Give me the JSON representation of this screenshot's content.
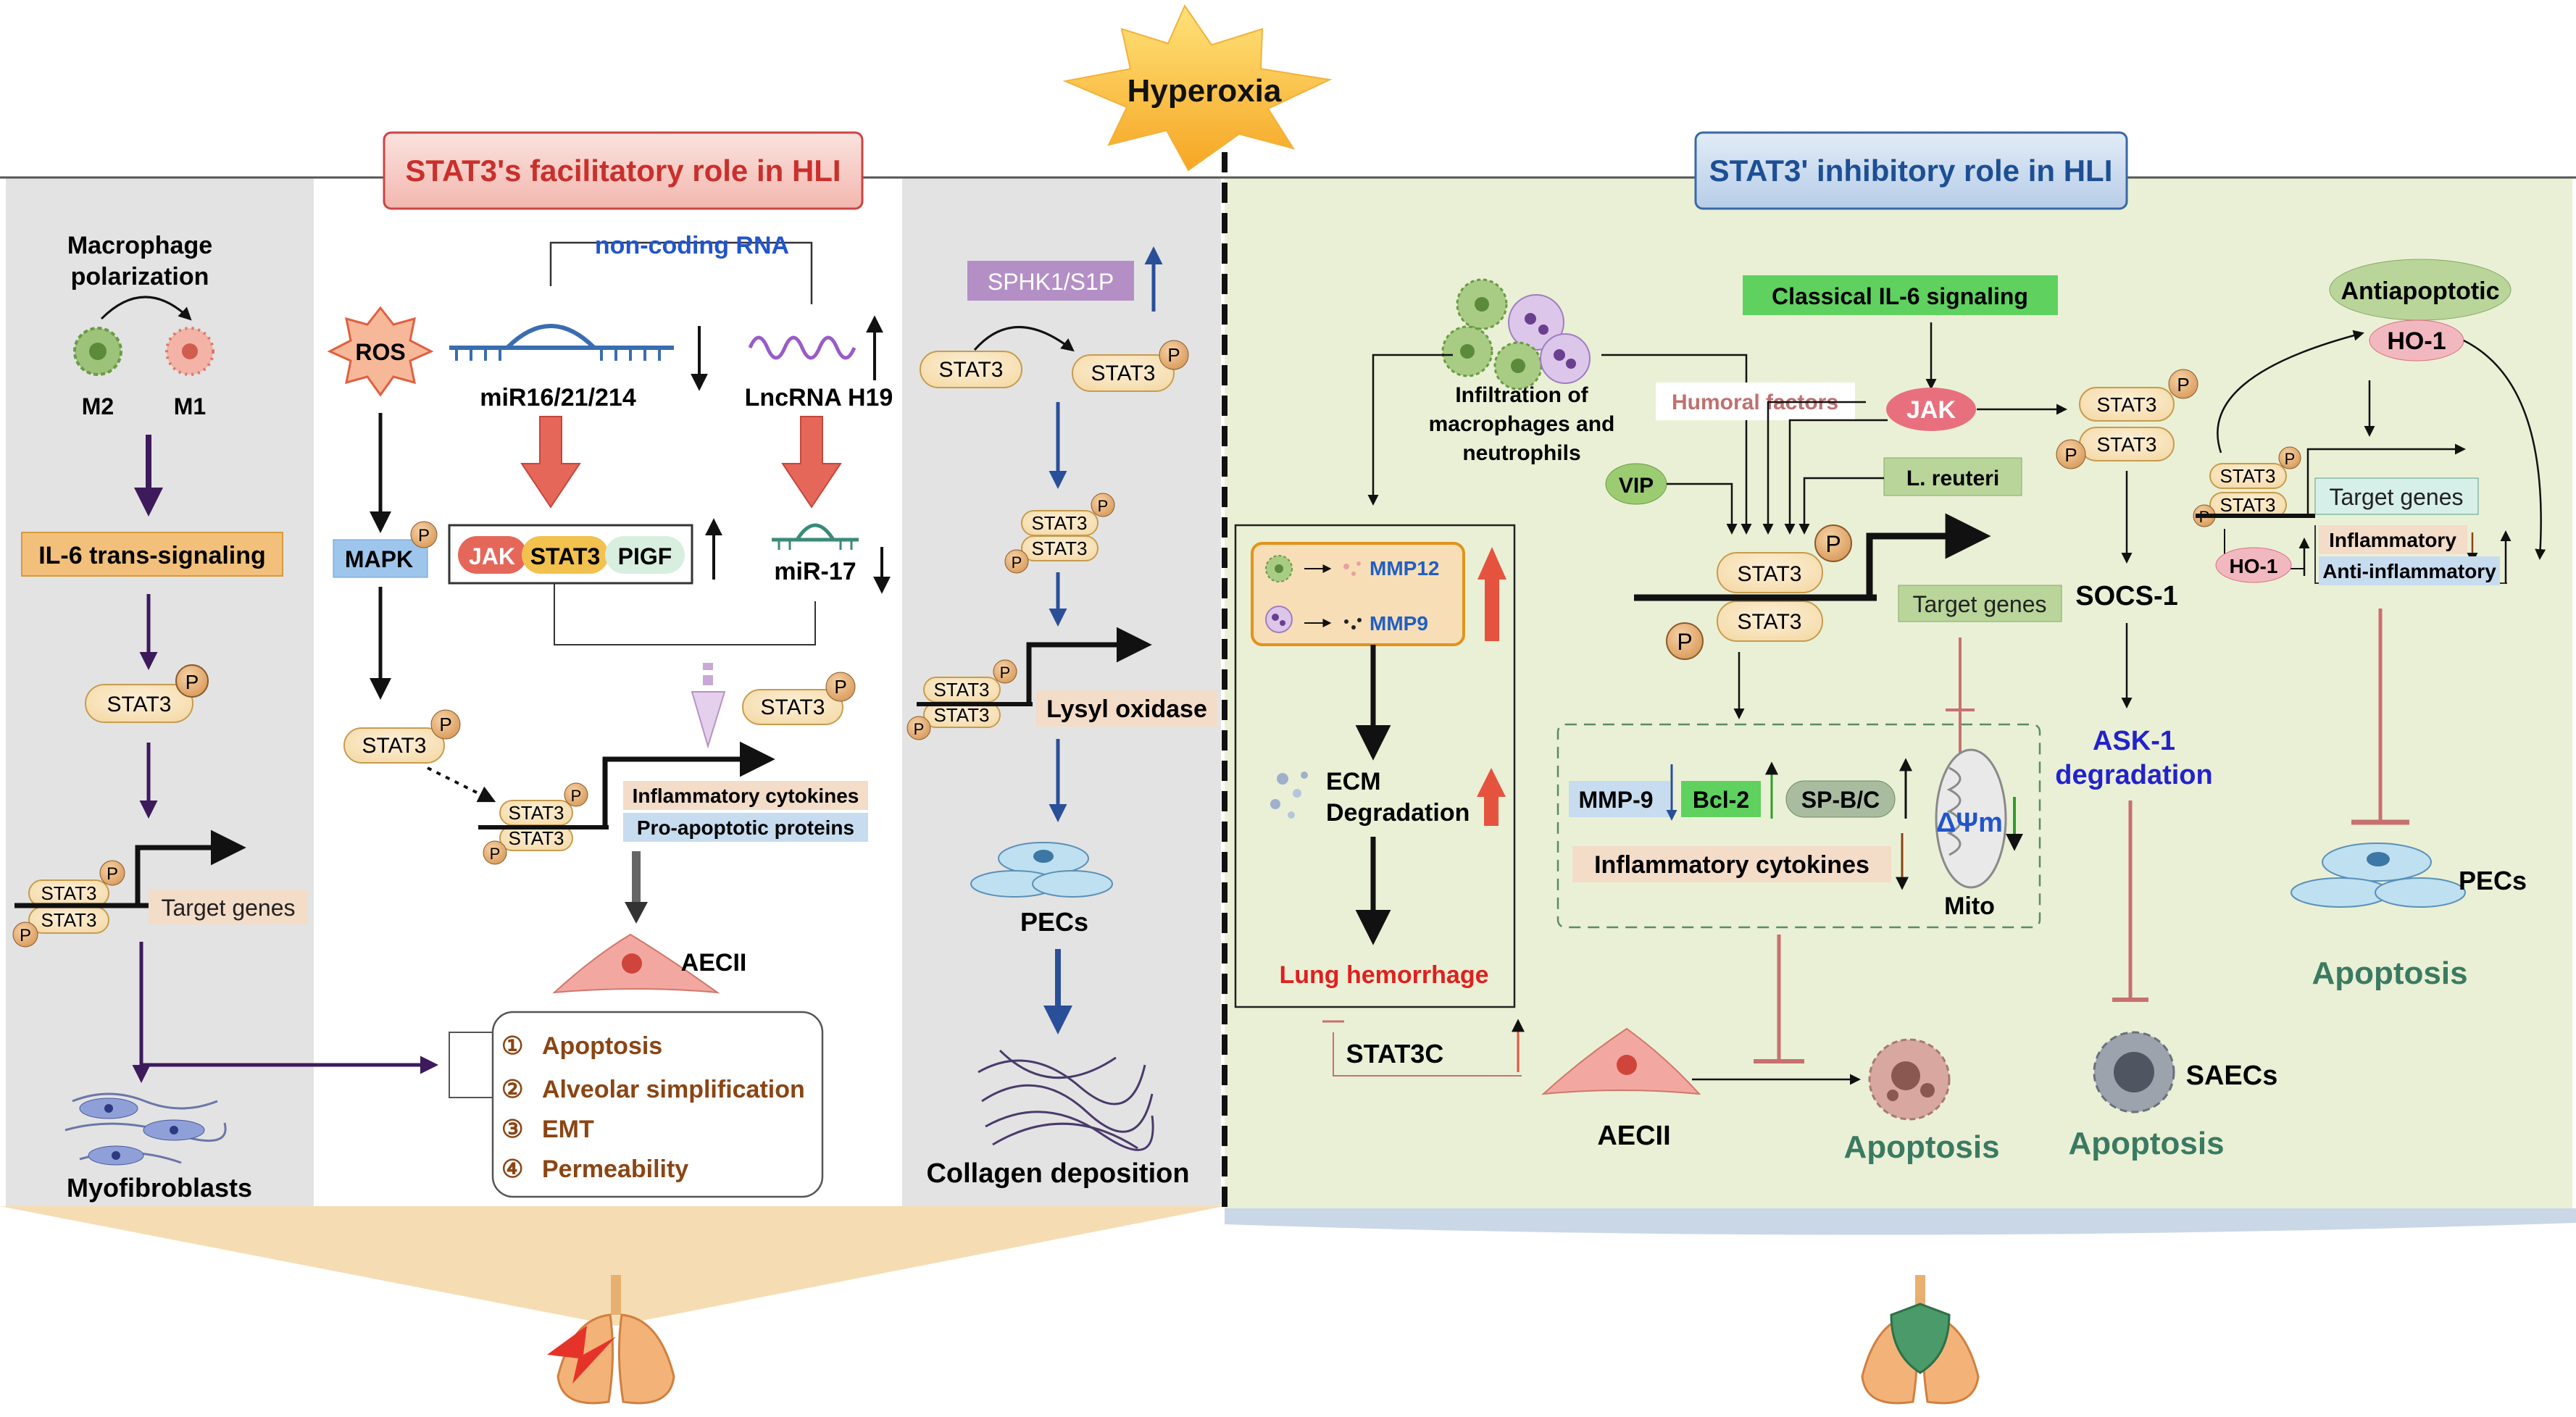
{
  "header": {
    "trigger": "Hyperoxia",
    "left_title": "STAT3's facilitatory role in HLI",
    "right_title": "STAT3' inhibitory role in HLI"
  },
  "panel1": {
    "polarization_line1": "Macrophage",
    "polarization_line2": "polarization",
    "m2": "M2",
    "m1": "M1",
    "il6_trans": "IL-6 trans-signaling",
    "stat3": "STAT3",
    "p": "P",
    "target_genes": "Target genes",
    "myofibroblasts": "Myofibroblasts"
  },
  "panel2": {
    "noncoding": "non-coding RNA",
    "ros": "ROS",
    "mirna": "miR16/21/214",
    "lncrna": "LncRNA H19",
    "mapk": "MAPK",
    "jak": "JAK",
    "stat3": "STAT3",
    "pigf": "PIGF",
    "mir17": "miR-17",
    "inflam_cyto": "Inflammatory cytokines",
    "pro_apop": "Pro-apoptotic proteins",
    "aecii": "AECII",
    "outcomes": [
      {
        "num": "①",
        "text": "Apoptosis"
      },
      {
        "num": "②",
        "text": "Alveolar simplification"
      },
      {
        "num": "③",
        "text": "EMT"
      },
      {
        "num": "④",
        "text": "Permeability"
      }
    ]
  },
  "panel3": {
    "sphk": "SPHK1/S1P",
    "lysyl": "Lysyl oxidase",
    "pecs": "PECs",
    "collagen": "Collagen deposition"
  },
  "right": {
    "infiltration_1": "Infiltration of",
    "infiltration_2": "macrophages and",
    "infiltration_3": "neutrophils",
    "mmp12": "MMP12",
    "mmp9": "MMP9",
    "ecm_1": "ECM",
    "ecm_2": "Degradation",
    "lung_hem": "Lung hemorrhage",
    "stat3c": "STAT3C",
    "classical": "Classical IL-6 signaling",
    "humoral": "Humoral factors",
    "jak": "JAK",
    "vip": "VIP",
    "lreuteri": "L. reuteri",
    "target_genes": "Target genes",
    "socs1": "SOCS-1",
    "ask1_1": "ASK-1",
    "ask1_2": "degradation",
    "mmp9b": "MMP-9",
    "bcl2": "Bcl-2",
    "spbc": "SP-B/C",
    "inflam_cyto": "Inflammatory cytokines",
    "dpsi": "ΔΨm",
    "mito": "Mito",
    "aecii": "AECII",
    "apoptosis": "Apoptosis",
    "saecs": "SAECs",
    "antiapoptotic": "Antiapoptotic",
    "ho1": "HO-1",
    "inflammatory": "Inflammatory",
    "anti_inflammatory": "Anti-inflammatory",
    "pecs": "PECs"
  }
}
